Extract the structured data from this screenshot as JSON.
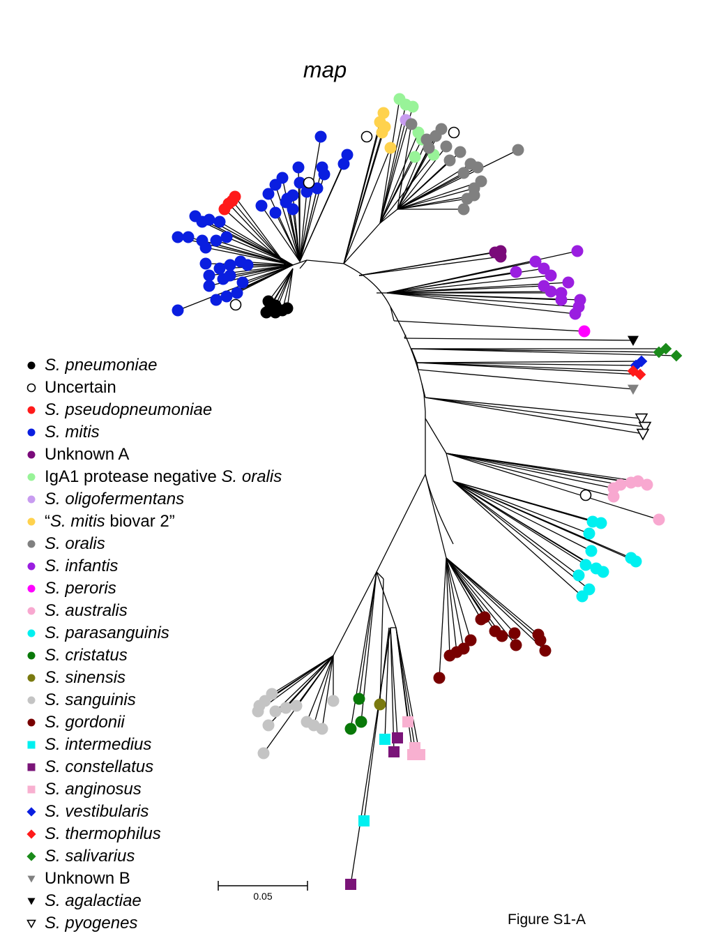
{
  "title": "map",
  "caption": "Figure S1-A",
  "scale_bar": {
    "label": "0.05"
  },
  "colors": {
    "pneumoniae": "#000000",
    "uncertain": "#000000",
    "pseudopneumoniae": "#ff1a1a",
    "mitis": "#0a1ee0",
    "unknownA": "#7a0a7a",
    "iga1neg": "#98f398",
    "oligofermentans": "#c89cf0",
    "biovar2": "#ffd24d",
    "oralis": "#808080",
    "infantis": "#9a1ee0",
    "peroris": "#ff00ff",
    "australis": "#f8a8d0",
    "parasanguinis": "#00f0f0",
    "cristatus": "#087808",
    "sinensis": "#7a7a10",
    "sanguinis": "#c4c4c4",
    "gordonii": "#780000",
    "intermedius": "#00f0f0",
    "constellatus": "#7a1478",
    "anginosus": "#f8b0d0",
    "vestibularis": "#0a1ee0",
    "thermophilus": "#ff1a1a",
    "salivarius": "#1a8a1a",
    "unknownB": "#808080",
    "agalactiae": "#000000",
    "pyogenes": "#000000"
  },
  "legend": [
    {
      "symbol": "filled-circle",
      "color_key": "pneumoniae",
      "prefix": "",
      "italic": "S. pneumoniae",
      "suffix": ""
    },
    {
      "symbol": "open-circle",
      "color_key": "uncertain",
      "prefix": "Uncertain",
      "italic": "",
      "suffix": ""
    },
    {
      "symbol": "filled-circle",
      "color_key": "pseudopneumoniae",
      "prefix": "",
      "italic": "S. pseudopneumoniae",
      "suffix": ""
    },
    {
      "symbol": "filled-circle",
      "color_key": "mitis",
      "prefix": "",
      "italic": "S. mitis",
      "suffix": ""
    },
    {
      "symbol": "filled-circle",
      "color_key": "unknownA",
      "prefix": "Unknown A",
      "italic": "",
      "suffix": ""
    },
    {
      "symbol": "filled-circle",
      "color_key": "iga1neg",
      "prefix": "IgA1 protease negative ",
      "italic": "S. oralis",
      "suffix": ""
    },
    {
      "symbol": "filled-circle",
      "color_key": "oligofermentans",
      "prefix": "",
      "italic": "S. oligofermentans",
      "suffix": ""
    },
    {
      "symbol": "filled-circle",
      "color_key": "biovar2",
      "prefix": "“",
      "italic": "S. mitis",
      "suffix": " biovar 2”"
    },
    {
      "symbol": "filled-circle",
      "color_key": "oralis",
      "prefix": "",
      "italic": "S. oralis",
      "suffix": ""
    },
    {
      "symbol": "filled-circle",
      "color_key": "infantis",
      "prefix": "",
      "italic": "S. infantis",
      "suffix": ""
    },
    {
      "symbol": "filled-circle",
      "color_key": "peroris",
      "prefix": "",
      "italic": "S. peroris",
      "suffix": ""
    },
    {
      "symbol": "filled-circle",
      "color_key": "australis",
      "prefix": "",
      "italic": "S. australis",
      "suffix": ""
    },
    {
      "symbol": "filled-circle",
      "color_key": "parasanguinis",
      "prefix": "",
      "italic": "S. parasanguinis",
      "suffix": ""
    },
    {
      "symbol": "filled-circle",
      "color_key": "cristatus",
      "prefix": "",
      "italic": "S. cristatus",
      "suffix": ""
    },
    {
      "symbol": "filled-circle",
      "color_key": "sinensis",
      "prefix": "",
      "italic": "S. sinensis",
      "suffix": ""
    },
    {
      "symbol": "filled-circle",
      "color_key": "sanguinis",
      "prefix": "",
      "italic": "S. sanguinis",
      "suffix": ""
    },
    {
      "symbol": "filled-circle",
      "color_key": "gordonii",
      "prefix": "",
      "italic": "S. gordonii",
      "suffix": ""
    },
    {
      "symbol": "filled-square",
      "color_key": "intermedius",
      "prefix": "",
      "italic": "S. intermedius",
      "suffix": ""
    },
    {
      "symbol": "filled-square",
      "color_key": "constellatus",
      "prefix": "",
      "italic": "S. constellatus",
      "suffix": ""
    },
    {
      "symbol": "filled-square",
      "color_key": "anginosus",
      "prefix": "",
      "italic": "S. anginosus",
      "suffix": ""
    },
    {
      "symbol": "filled-diamond",
      "color_key": "vestibularis",
      "prefix": "",
      "italic": "S. vestibularis",
      "suffix": ""
    },
    {
      "symbol": "filled-diamond",
      "color_key": "thermophilus",
      "prefix": "",
      "italic": "S. thermophilus",
      "suffix": ""
    },
    {
      "symbol": "filled-diamond",
      "color_key": "salivarius",
      "prefix": "",
      "italic": "S. salivarius",
      "suffix": ""
    },
    {
      "symbol": "filled-triangle-down",
      "color_key": "unknownB",
      "prefix": "Unknown B",
      "italic": "",
      "suffix": ""
    },
    {
      "symbol": "filled-triangle-down",
      "color_key": "agalactiae",
      "prefix": "",
      "italic": "S. agalactiae",
      "suffix": ""
    },
    {
      "symbol": "open-triangle-down",
      "color_key": "pyogenes",
      "prefix": "",
      "italic": "S. pyogenes",
      "suffix": ""
    }
  ]
}
